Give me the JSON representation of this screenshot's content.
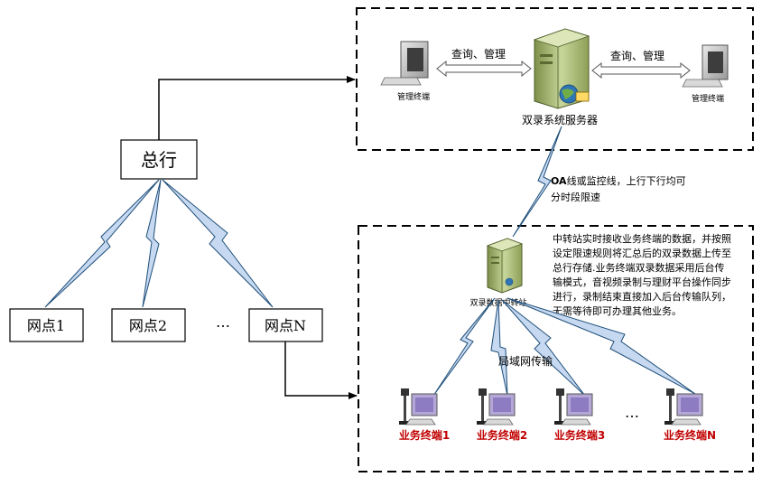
{
  "hq_label": "总行",
  "branches": [
    "网点1",
    "网点2",
    "…",
    "网点N"
  ],
  "server": {
    "label": "双录系统服务器",
    "link_left": "查询、管理",
    "link_right": "查询、管理",
    "terminal_left": "管理终端",
    "terminal_right": "管理终端"
  },
  "wan_note": {
    "line1_bold": "OA",
    "line1_rest": "线或监控线，上行下行均可",
    "line2": "分时段限速"
  },
  "relay": {
    "label": "双录数据中转站",
    "description": [
      "中转站实时接收业务终端的数据，并按照",
      "设定限速规则将汇总后的双录数据上传至",
      "总行存储.业务终端双录数据采用后台传",
      "输模式，音视频录制与理财平台操作同步",
      "进行，录制结束直接加入后台传输队列，",
      "无需等待即可办理其他业务。"
    ]
  },
  "lan_label": "局域网传输",
  "terminals": [
    "业务终端1",
    "业务终端2",
    "业务终端3",
    "业务终端N"
  ],
  "terminal_ellipsis": "…",
  "colors": {
    "dash_border": "#000000",
    "lightning_fill": "#c6d9f1",
    "lightning_stroke": "#1f4e79",
    "terminal_label": "#c00000",
    "server_body": "#b8c88a",
    "monitor_screen": "#b4a7d6"
  }
}
